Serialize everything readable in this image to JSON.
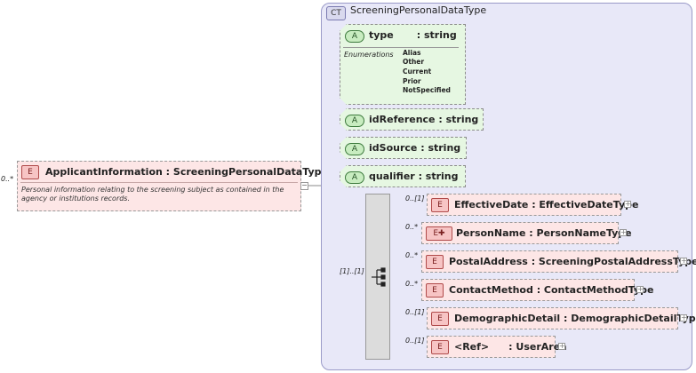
{
  "root": {
    "cardinality": "0..*",
    "badge": "E",
    "name": "ApplicantInformation",
    "type": ": ScreeningPersonalDataType",
    "documentation": "Personal information relating to the screening subject as contained in the agency or institutions records.",
    "collapse_glyph": "−"
  },
  "complex_type": {
    "badge": "CT",
    "name": "ScreeningPersonalDataType"
  },
  "attributes": [
    {
      "badge": "A",
      "name": "type",
      "type": ": string"
    },
    {
      "badge": "A",
      "name": "idReference",
      "type": ": string"
    },
    {
      "badge": "A",
      "name": "idSource",
      "type": ": string"
    },
    {
      "badge": "A",
      "name": "qualifier",
      "type": ": string"
    }
  ],
  "enumerations": {
    "label": "Enumerations",
    "values": [
      "Alias",
      "Other",
      "Current",
      "Prior",
      "NotSpecified"
    ]
  },
  "sequence": {
    "cardinality": "[1]..[1]"
  },
  "children": [
    {
      "cardinality": "0..[1]",
      "badge": "E",
      "name": "EffectiveDate",
      "type": ": EffectiveDateType",
      "expand": "+"
    },
    {
      "cardinality": "0..*",
      "badge": "E✚",
      "name": "PersonName",
      "type": ": PersonNameType",
      "expand": "+"
    },
    {
      "cardinality": "0..*",
      "badge": "E",
      "name": "PostalAddress",
      "type": ": ScreeningPostalAddressType",
      "expand": "+"
    },
    {
      "cardinality": "0..*",
      "badge": "E",
      "name": "ContactMethod",
      "type": ": ContactMethodType",
      "expand": "+"
    },
    {
      "cardinality": "0..[1]",
      "badge": "E",
      "name": "DemographicDetail",
      "type": ": DemographicDetailType",
      "expand": "+"
    },
    {
      "cardinality": "0..[1]",
      "badge": "E",
      "name": "<Ref>",
      "type": ": UserArea",
      "expand": "+"
    }
  ]
}
